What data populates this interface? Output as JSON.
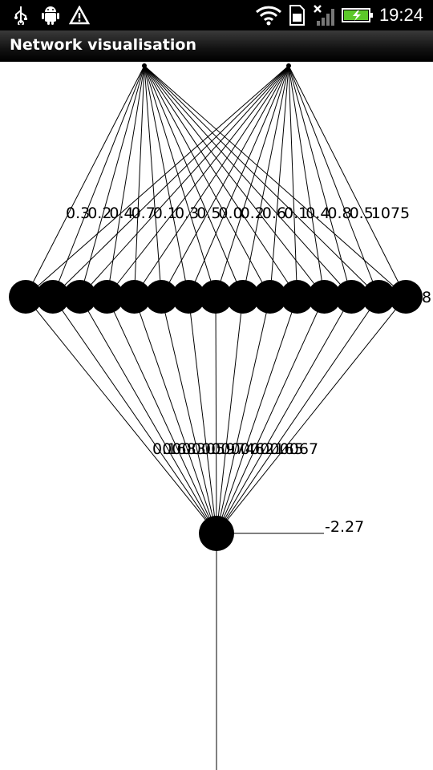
{
  "status_bar": {
    "time": "19:24",
    "icons": [
      "usb-icon",
      "android-debug-icon",
      "warning-icon",
      "wifi-icon",
      "sim-icon",
      "no-signal-icon",
      "battery-charging-icon"
    ]
  },
  "app": {
    "title": "Network visualisation"
  },
  "network": {
    "input_count": 2,
    "hidden_count": 15,
    "output_count": 1,
    "input_hidden_weight_labels": [
      "0.3",
      "0.2",
      "0.4",
      "0.7",
      "0.1",
      "0.3",
      "0.5",
      "0.0",
      "0.2",
      "0.6",
      "0.1",
      "0.4",
      "0.8",
      "0.5",
      "1075"
    ],
    "hidden_output_weight_labels": [
      "0.1",
      "0.6",
      "0.8",
      "0.3",
      "0.0",
      "0.5",
      "0.9",
      "0.7",
      "0.4",
      "0.6",
      "0.2",
      "0.1",
      "0.6",
      "0.5",
      "067"
    ],
    "hidden_bias_label": "8",
    "output_bias_label": "-2.27"
  }
}
